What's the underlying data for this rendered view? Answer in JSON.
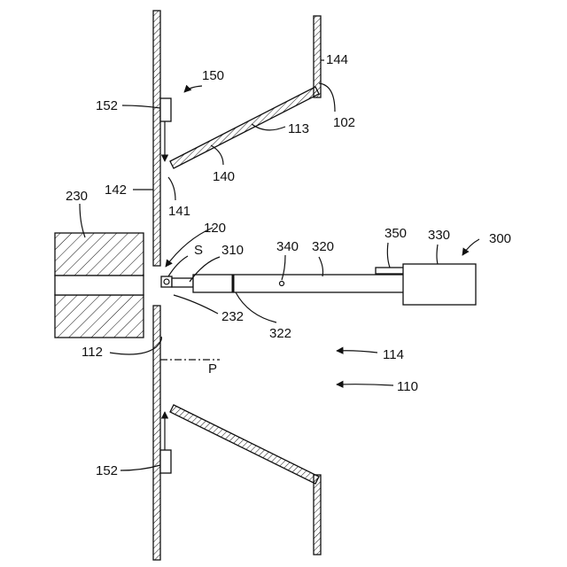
{
  "labels": {
    "l150": "150",
    "l152_top": "152",
    "l144": "144",
    "l102": "102",
    "l113": "113",
    "l140": "140",
    "l142": "142",
    "l141": "141",
    "l230": "230",
    "l120": "120",
    "lS": "S",
    "l310": "310",
    "l340": "340",
    "l320": "320",
    "l350": "350",
    "l330": "330",
    "l300": "300",
    "l232": "232",
    "l322": "322",
    "l112": "112",
    "lP": "P",
    "l114": "114",
    "l110": "110",
    "l152_bottom": "152"
  }
}
